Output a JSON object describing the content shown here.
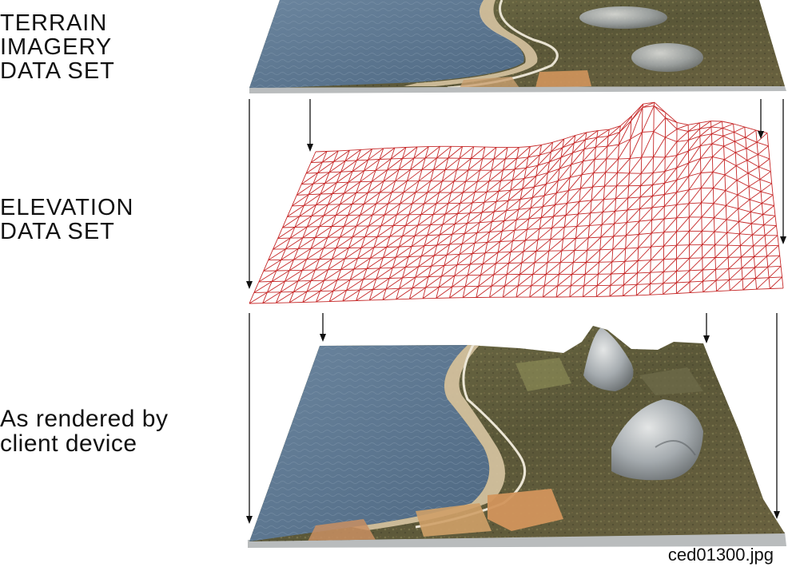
{
  "labels": {
    "terrain_imagery": "TERRAIN\nIMAGERY\nDATA SET",
    "elevation": "ELEVATION\nDATA SET",
    "rendered": "As rendered by\nclient device"
  },
  "filename": "ced01300.jpg",
  "colors": {
    "water": "#5a7490",
    "water_light": "#7990a8",
    "sand": "#d8c7a6",
    "land": "#6c6a45",
    "land_dark": "#4f4b33",
    "field_orange": "#d09a63",
    "rock": "#aab0b4",
    "mesh": "#c62828",
    "arrow": "#111111",
    "base_gray": "#b9bcbd"
  }
}
